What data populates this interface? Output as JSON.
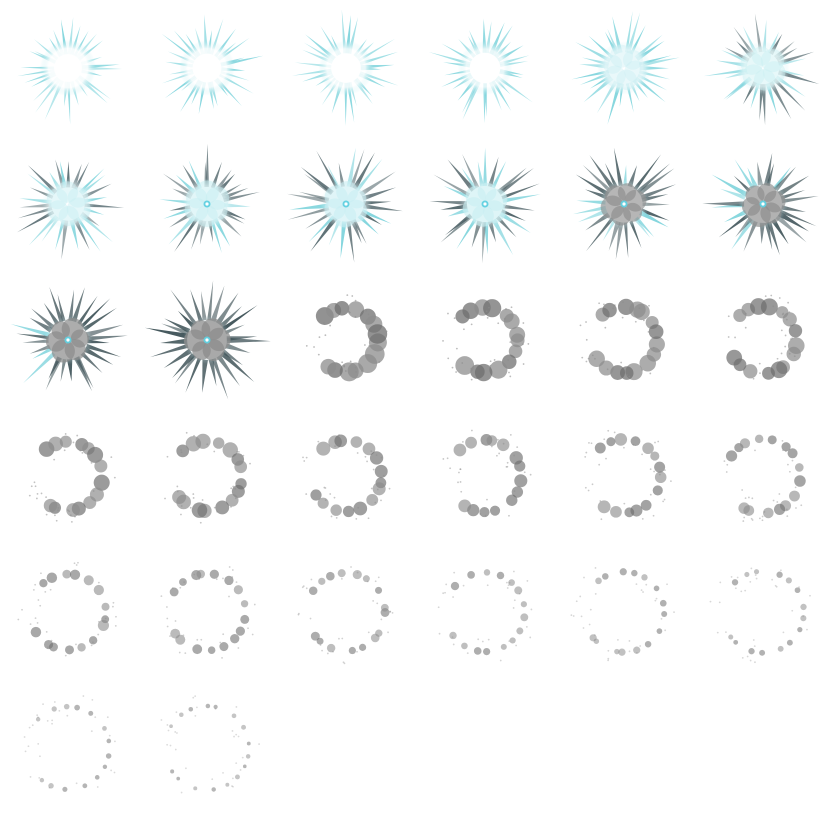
{
  "sprite_sheet": {
    "columns": 6,
    "rows": 6,
    "frame_count": 32,
    "palette": {
      "background": "#ffffff",
      "ice": "#7fd4dc",
      "ice_light": "#c8eef2",
      "core": "#5fd0e0",
      "smoke": "#8c8c8c",
      "smoke_dark": "#6e6e6e"
    },
    "frames": [
      {
        "phase": "burst"
      },
      {
        "phase": "burst"
      },
      {
        "phase": "burst"
      },
      {
        "phase": "burst"
      },
      {
        "phase": "burst"
      },
      {
        "phase": "burst"
      },
      {
        "phase": "burst"
      },
      {
        "phase": "burst"
      },
      {
        "phase": "burst"
      },
      {
        "phase": "burst"
      },
      {
        "phase": "burst"
      },
      {
        "phase": "burst"
      },
      {
        "phase": "burst"
      },
      {
        "phase": "burst"
      },
      {
        "phase": "smoke"
      },
      {
        "phase": "smoke"
      },
      {
        "phase": "smoke"
      },
      {
        "phase": "smoke"
      },
      {
        "phase": "smoke"
      },
      {
        "phase": "smoke"
      },
      {
        "phase": "smoke"
      },
      {
        "phase": "smoke"
      },
      {
        "phase": "smoke"
      },
      {
        "phase": "smoke"
      },
      {
        "phase": "smoke"
      },
      {
        "phase": "smoke"
      },
      {
        "phase": "smoke"
      },
      {
        "phase": "smoke"
      },
      {
        "phase": "smoke"
      },
      {
        "phase": "smoke"
      },
      {
        "phase": "smoke"
      },
      {
        "phase": "smoke"
      }
    ]
  }
}
